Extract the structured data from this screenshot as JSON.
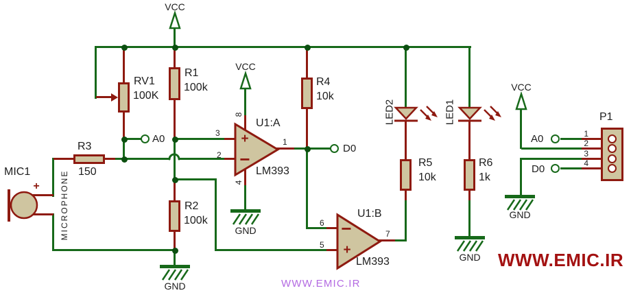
{
  "colors": {
    "wire_green": "#17691a",
    "junction_green": "#0c4f10",
    "component_red": "#8e1a10",
    "body_fill_tan": "#cfc5a0",
    "text_black": "#1d1d1d",
    "brand_red": "#a31111",
    "watermark_purple": "#b36ae2",
    "background": "#ffffff"
  },
  "power": {
    "vcc": "VCC",
    "gnd": "GND"
  },
  "mic": {
    "ref": "MIC1",
    "type_label": "MICROPHONE",
    "polarity": "+"
  },
  "resistors": {
    "rv1": {
      "ref": "RV1",
      "value": "100K"
    },
    "r1": {
      "ref": "R1",
      "value": "100k"
    },
    "r2": {
      "ref": "R2",
      "value": "100k"
    },
    "r3": {
      "ref": "R3",
      "value": "150"
    },
    "r4": {
      "ref": "R4",
      "value": "10k"
    },
    "r5": {
      "ref": "R5",
      "value": "10k"
    },
    "r6": {
      "ref": "R6",
      "value": "1k"
    }
  },
  "opamps": {
    "u1a": {
      "ref": "U1:A",
      "part": "LM393",
      "pin_noninv": "3",
      "pin_inv": "2",
      "pin_out": "1",
      "pin_vcc": "8",
      "pin_gnd": "4",
      "plus": "+",
      "minus": "−"
    },
    "u1b": {
      "ref": "U1:B",
      "part": "LM393",
      "pin_inv": "6",
      "pin_noninv": "5",
      "pin_out": "7",
      "plus": "+",
      "minus": "−"
    }
  },
  "leds": {
    "led2": "LED2",
    "led1": "LED1"
  },
  "terminals": {
    "a0": "A0",
    "d0": "D0"
  },
  "connector": {
    "ref": "P1",
    "pin_numbers": [
      "1",
      "2",
      "3",
      "4"
    ]
  },
  "branding": {
    "site": "WWW.EMIC.IR",
    "watermark": "WWW.EMIC.IR"
  }
}
